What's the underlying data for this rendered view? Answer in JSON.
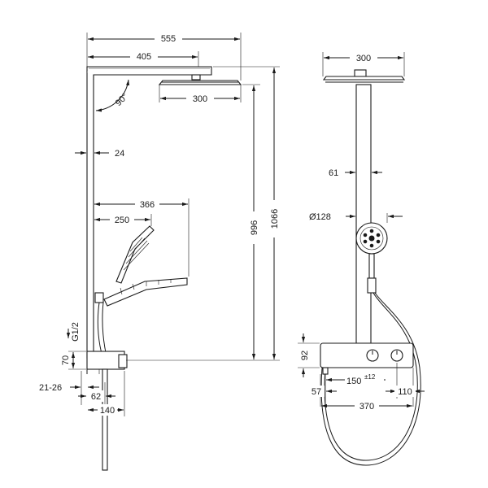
{
  "dimensions": {
    "side": {
      "total_width": "555",
      "arm_length": "405",
      "head_diameter": "300",
      "angle": "90°",
      "column_width": "24",
      "handshower_reach": "366",
      "handshower_length": "250",
      "inner_height": "996",
      "total_height": "1066",
      "thread": "G1/2",
      "body_height": "70",
      "wall_offset": "21-26",
      "outlet_offset": "62",
      "depth": "140"
    },
    "front": {
      "head_width": "300",
      "column_spacing": "61",
      "handshower_diameter": "Ø128",
      "body_height": "92",
      "valve_spacing": "150",
      "valve_tolerance": "±12",
      "left_offset": "57",
      "right_offset": "110",
      "body_width": "370"
    }
  },
  "colors": {
    "line": "#1a1a1a",
    "background": "#ffffff"
  }
}
